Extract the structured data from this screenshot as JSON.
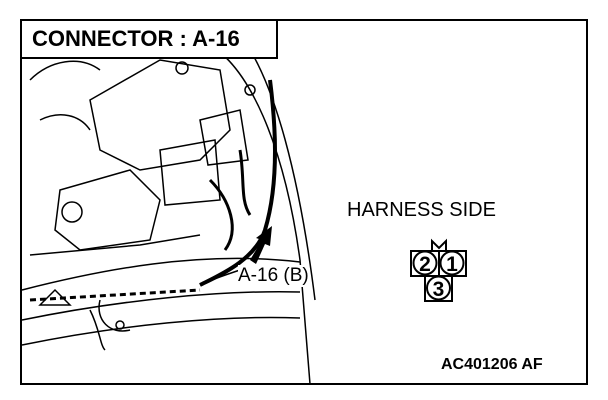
{
  "title": "CONNECTOR : A-16",
  "harness_side_label": "HARNESS SIDE",
  "connector_callout": "A-16 (B)",
  "figure_code": "AC401206 AF",
  "connector_pins": [
    "2",
    "1",
    "3"
  ]
}
